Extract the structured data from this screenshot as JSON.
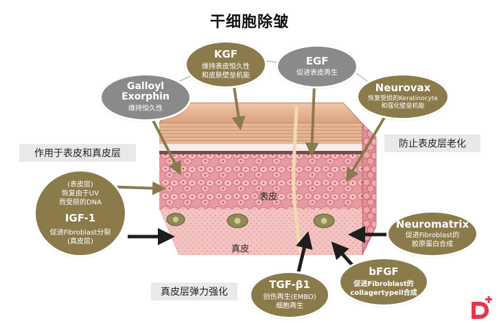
{
  "title": "干细胞除皱",
  "colors": {
    "olive": "#8b7b4b",
    "gray": "#8a8a8a",
    "arrow_dark": "#1e1e1e",
    "arrow_tan": "#8a7a4e",
    "logo": "#e8344e"
  },
  "labels": {
    "top_left": "作用于表皮和真皮层",
    "top_right": "防止表皮层老化",
    "bottom": "真皮层弹力强化",
    "epidermis": "表皮",
    "dermis": "真皮"
  },
  "bubbles": {
    "galloyl": {
      "name": "Galloyl Exorphin",
      "desc": "维持恒久性"
    },
    "kgf": {
      "name": "KGF",
      "desc1": "维持表皮恒久性",
      "desc2": "和皮肤壁垒机能"
    },
    "egf": {
      "name": "EGF",
      "desc": "促进表皮再生"
    },
    "neurovax": {
      "name": "Neurovax",
      "desc1": "恢复受损的Keratinocyte",
      "desc2": "和强化壁垒机能"
    },
    "igf": {
      "top1": "(表皮层)",
      "top2": "恢复由于UV",
      "top3": "而受损的DNA",
      "name": "IGF-1",
      "desc1": "促进Fibroblast分裂",
      "desc2": "(真皮层)"
    },
    "neuromatrix": {
      "name": "Neuromatrix",
      "desc1": "促进Fibroblast的",
      "desc2": "胶原蛋白合成"
    },
    "tgf": {
      "name": "TGF-β1",
      "desc1": "创伤再生(EMBO)",
      "desc2": "细胞再生"
    },
    "bfgf": {
      "name": "bFGF",
      "desc1": "促进Fibroblast的",
      "desc2": "collagertypell合成"
    }
  },
  "icons": {
    "logo": "d-plus-logo-icon",
    "arrow": "arrow-icon"
  }
}
